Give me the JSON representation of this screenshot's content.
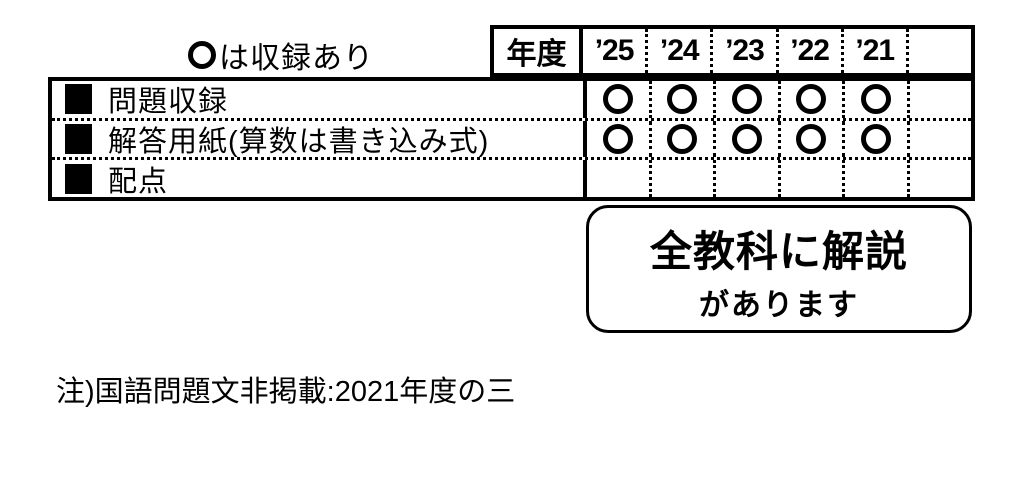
{
  "legend": {
    "mark": "〇",
    "text": "は収録あり"
  },
  "table": {
    "year_header_label": "年度",
    "years": [
      "’25",
      "’24",
      "’23",
      "’22",
      "’21",
      ""
    ],
    "rows": [
      {
        "bullet": "■",
        "label": "問題収録",
        "marks": [
          "〇",
          "〇",
          "〇",
          "〇",
          "〇",
          ""
        ]
      },
      {
        "bullet": "■",
        "label": "解答用紙(算数は書き込み式)",
        "marks": [
          "〇",
          "〇",
          "〇",
          "〇",
          "〇",
          ""
        ]
      },
      {
        "bullet": "■",
        "label": "配点",
        "marks": [
          "",
          "",
          "",
          "",
          "",
          ""
        ]
      }
    ]
  },
  "callout": {
    "line1": "全教科に解説",
    "line2": "があります"
  },
  "note": "注)国語問題文非掲載:2021年度の三",
  "colors": {
    "ink": "#000000",
    "background": "#ffffff"
  }
}
